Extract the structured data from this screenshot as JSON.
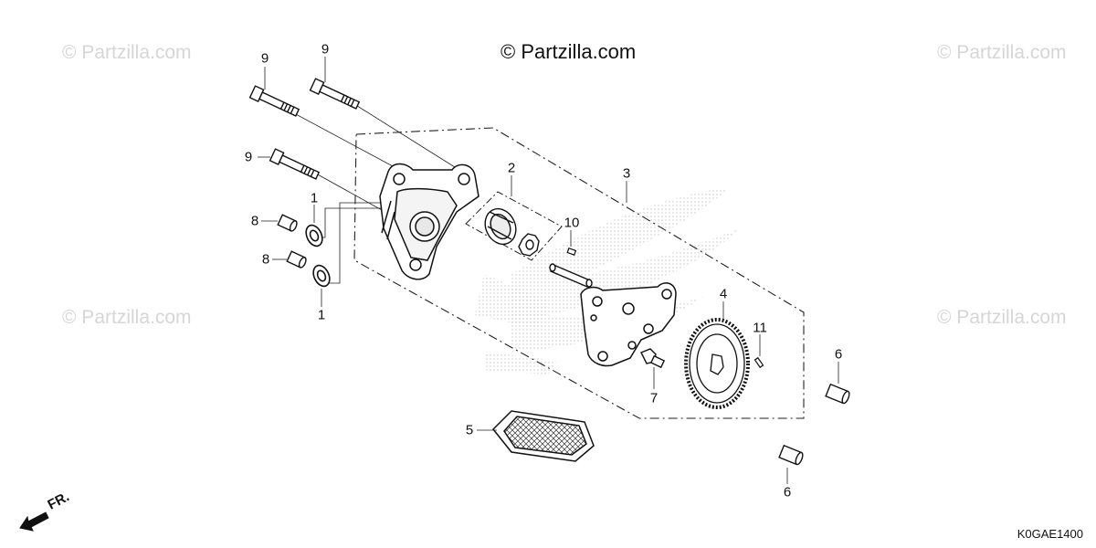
{
  "watermarks": {
    "top_left": "© Partzilla.com",
    "top_right": "© Partzilla.com",
    "mid_left": "© Partzilla.com",
    "mid_right": "© Partzilla.com"
  },
  "copyright": "© Partzilla.com",
  "diagram_code": "K0GAE1400",
  "front_indicator": "FR.",
  "callouts": {
    "bolt_a": "9",
    "bolt_b": "9",
    "bolt_c": "9",
    "inner_rotor": "2",
    "assembly": "3",
    "pin_10": "10",
    "collar_upper": "8",
    "collar_lower": "8",
    "seal_upper": "1",
    "seal_lower": "1",
    "gear": "4",
    "pin_11": "11",
    "bushing_upper": "6",
    "bushing_lower": "6",
    "screw": "7",
    "strainer": "5"
  }
}
